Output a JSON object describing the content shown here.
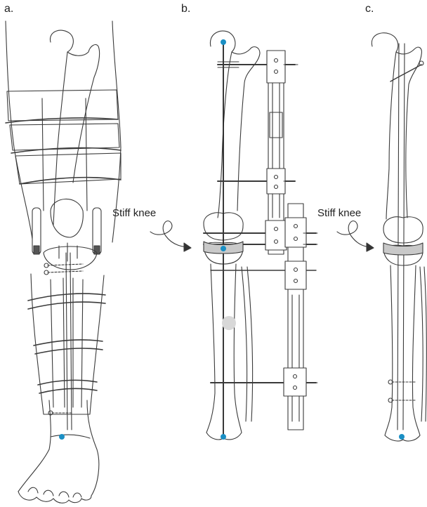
{
  "panels": {
    "a": {
      "label": "a."
    },
    "b": {
      "label": "b.",
      "annotation": "Stiff knee"
    },
    "c": {
      "label": "c.",
      "annotation": "Stiff knee"
    }
  },
  "colors": {
    "line": "#3a3a3a",
    "marker": "#1a8fc4",
    "cartilage": "#c9c9c9",
    "background": "#ffffff"
  }
}
